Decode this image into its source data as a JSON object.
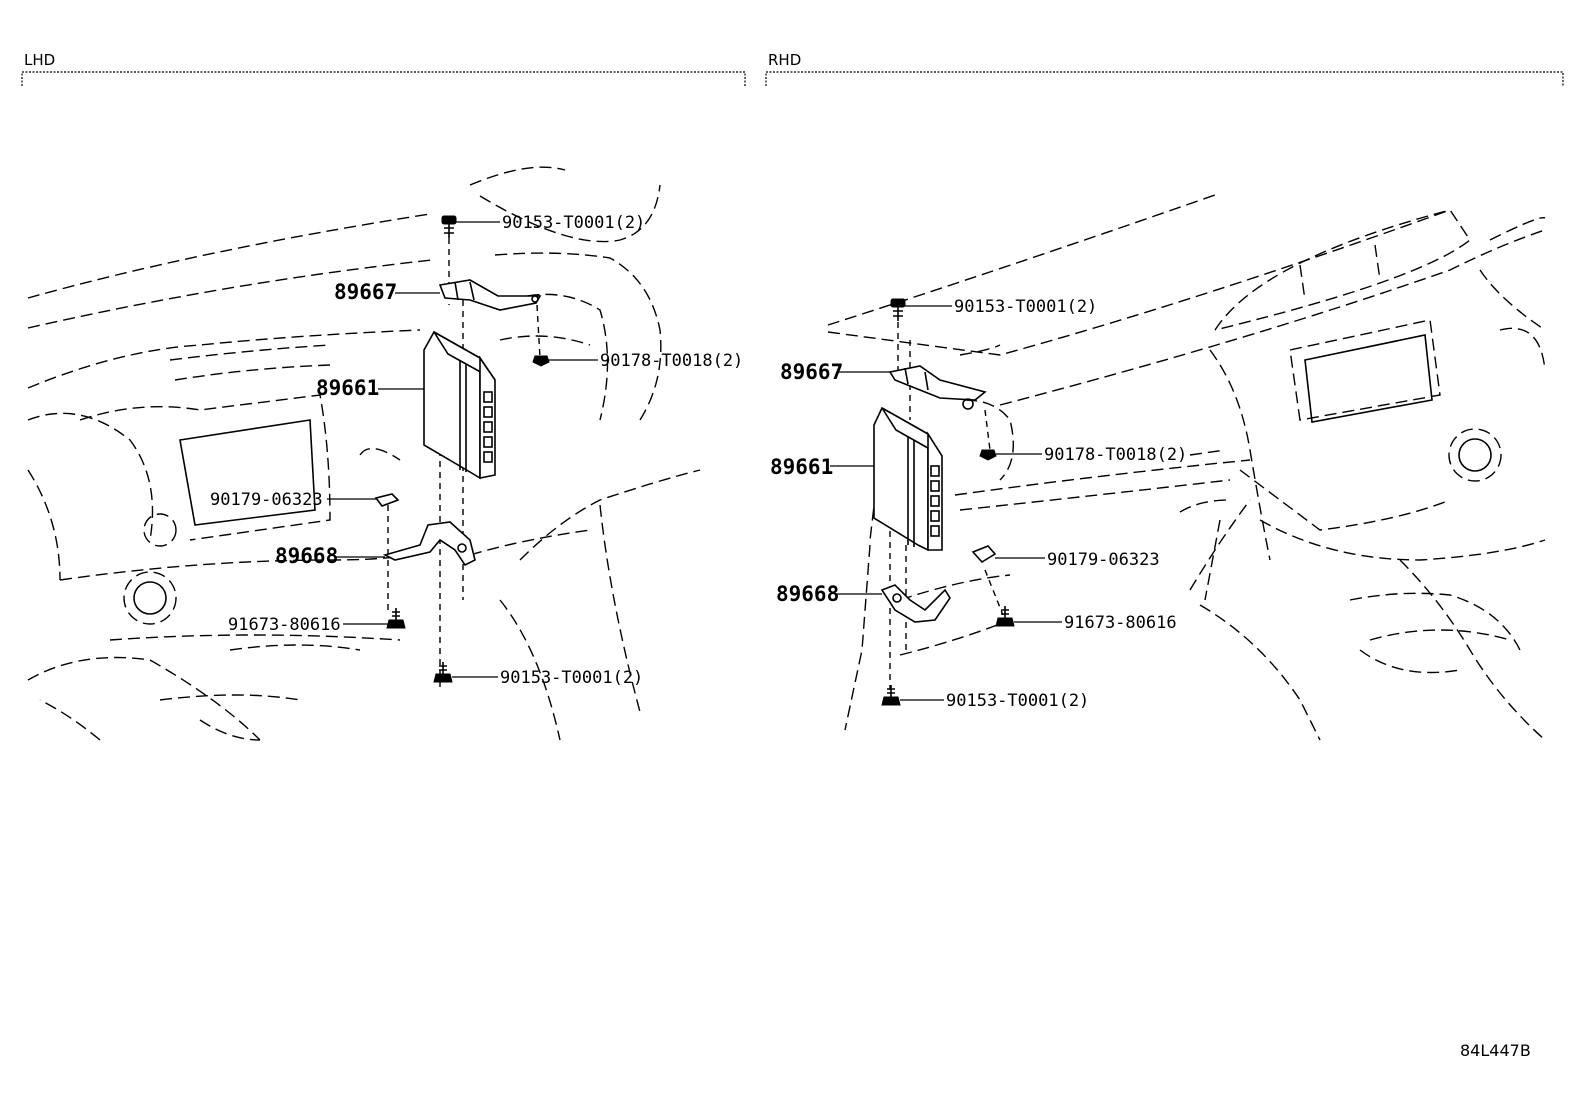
{
  "sections": {
    "lhd": {
      "title": "LHD"
    },
    "rhd": {
      "title": "RHD"
    }
  },
  "lhd_callouts": {
    "bolt_top": "90153-T0001(2)",
    "bracket_upper": "89667",
    "nut": "90178-T0018(2)",
    "ecu": "89661",
    "clip": "90179-06323",
    "bracket_lower": "89668",
    "bolt_side": "91673-80616",
    "bolt_bottom": "90153-T0001(2)"
  },
  "rhd_callouts": {
    "bolt_top": "90153-T0001(2)",
    "bracket_upper": "89667",
    "nut": "90178-T0018(2)",
    "ecu": "89661",
    "clip": "90179-06323",
    "bracket_lower": "89668",
    "bolt_side": "91673-80616",
    "bolt_bottom": "90153-T0001(2)"
  },
  "figure_code": "84L447B"
}
